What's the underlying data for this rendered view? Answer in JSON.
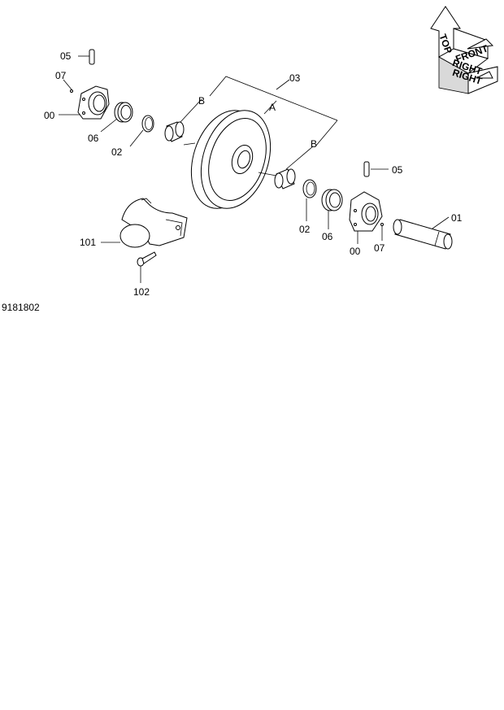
{
  "drawing_number": "9181802",
  "orientation_icon": {
    "labels": [
      "TOP",
      "FRONT",
      "RIGHT",
      "RIGHT"
    ]
  },
  "callouts": {
    "c05_left": "05",
    "c07_left": "07",
    "c00_left": "00",
    "c06_left": "06",
    "c02_left": "02",
    "c03": "03",
    "cA": "A",
    "cB_left": "B",
    "cB_right": "B",
    "c05_right": "05",
    "c01": "01",
    "c02_right": "02",
    "c06_right": "06",
    "c00_right": "00",
    "c07_right": "07",
    "c101": "101",
    "c102": "102"
  }
}
